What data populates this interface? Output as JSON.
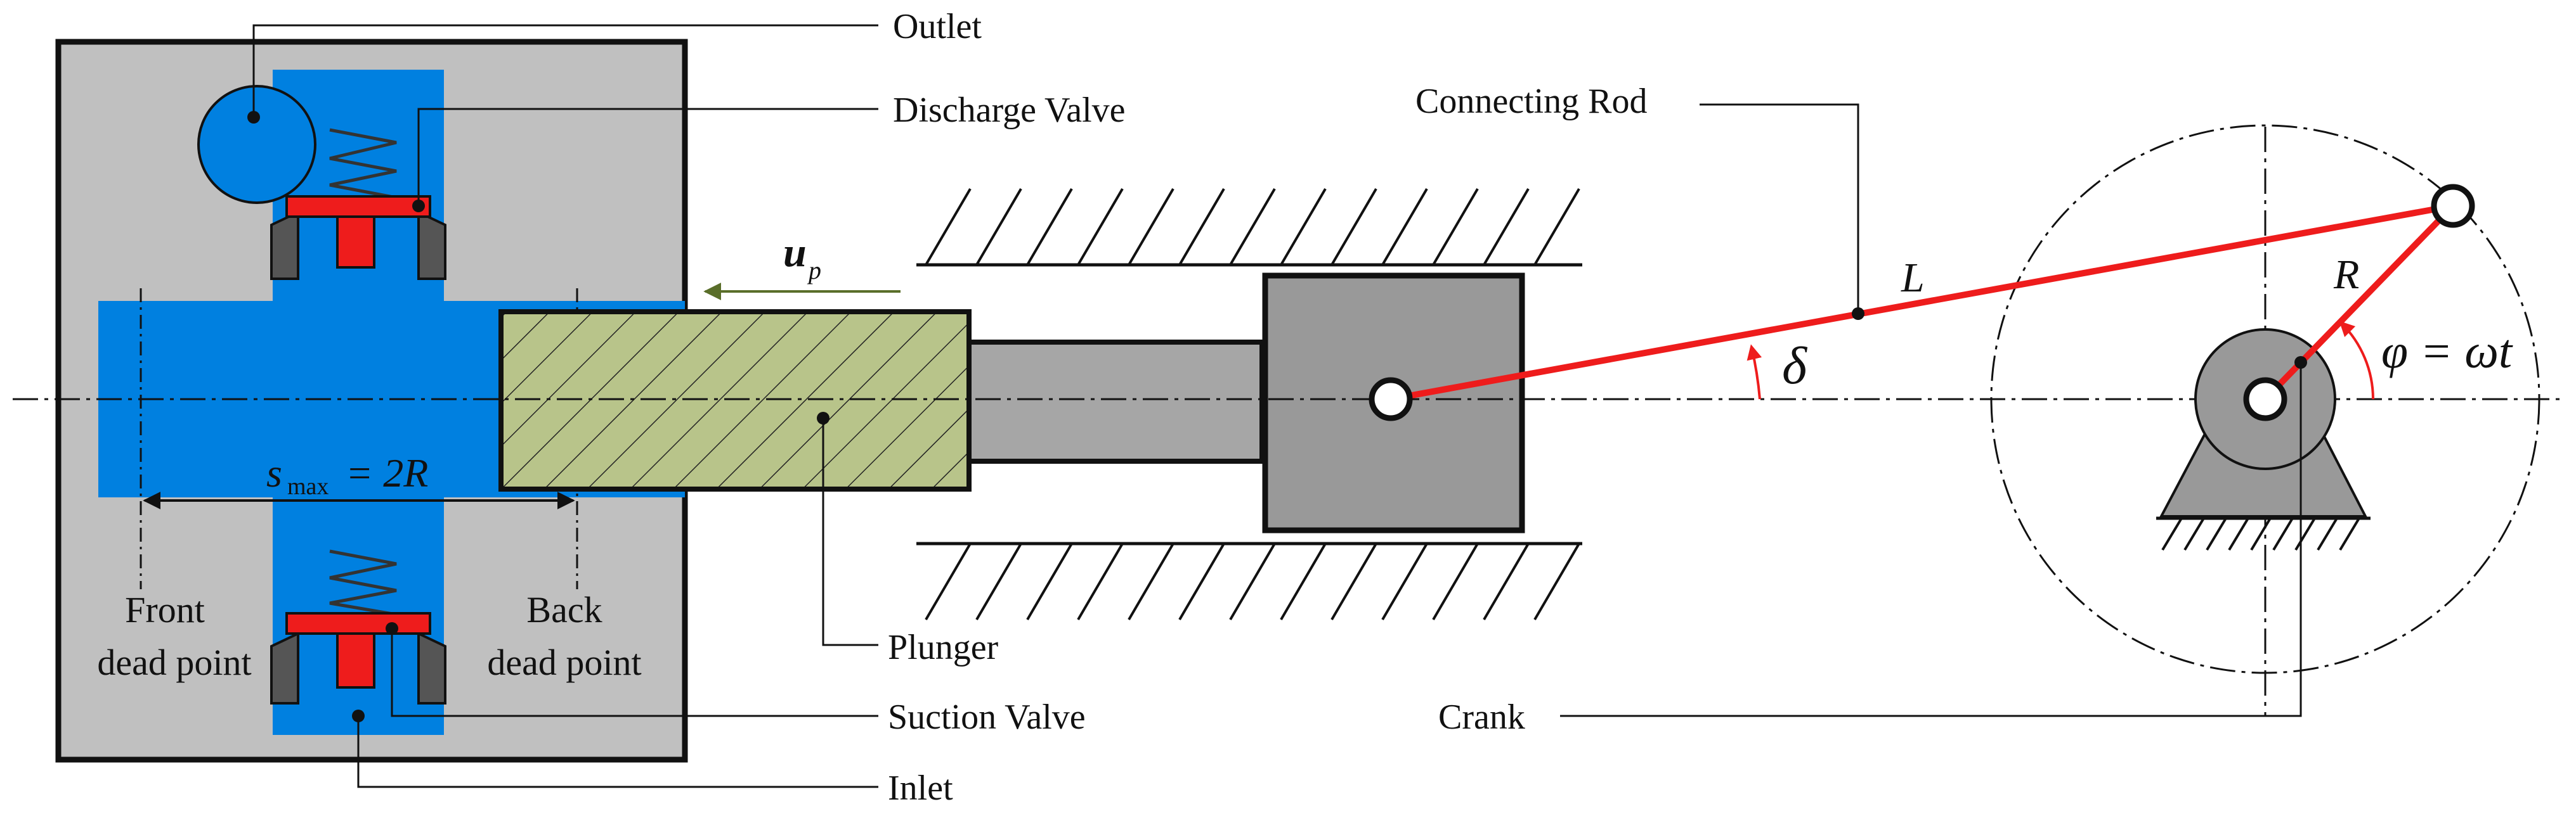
{
  "labels": {
    "outlet": "Outlet",
    "discharge_valve": "Discharge Valve",
    "connecting_rod": "Connecting Rod",
    "plunger": "Plunger",
    "suction_valve": "Suction Valve",
    "inlet": "Inlet",
    "crank": "Crank",
    "front_dead_point_line1": "Front",
    "front_dead_point_line2": "dead point",
    "back_dead_point_line1": "Back",
    "back_dead_point_line2": "dead point"
  },
  "symbols": {
    "u": "u",
    "p": "p",
    "s": "s",
    "max": "max",
    "stroke_rhs": "= 2R",
    "L": "L",
    "R": "R",
    "delta": "δ",
    "phi_eq": "φ = ωt"
  },
  "colors": {
    "housing_gray": "#c0c0c0",
    "fluid_blue": "#0080e0",
    "plunger_green": "#b8c48a",
    "rod_red": "#ee1c1c",
    "crosshead_gray": "#999999",
    "arrow_green": "#5a6e2a"
  }
}
